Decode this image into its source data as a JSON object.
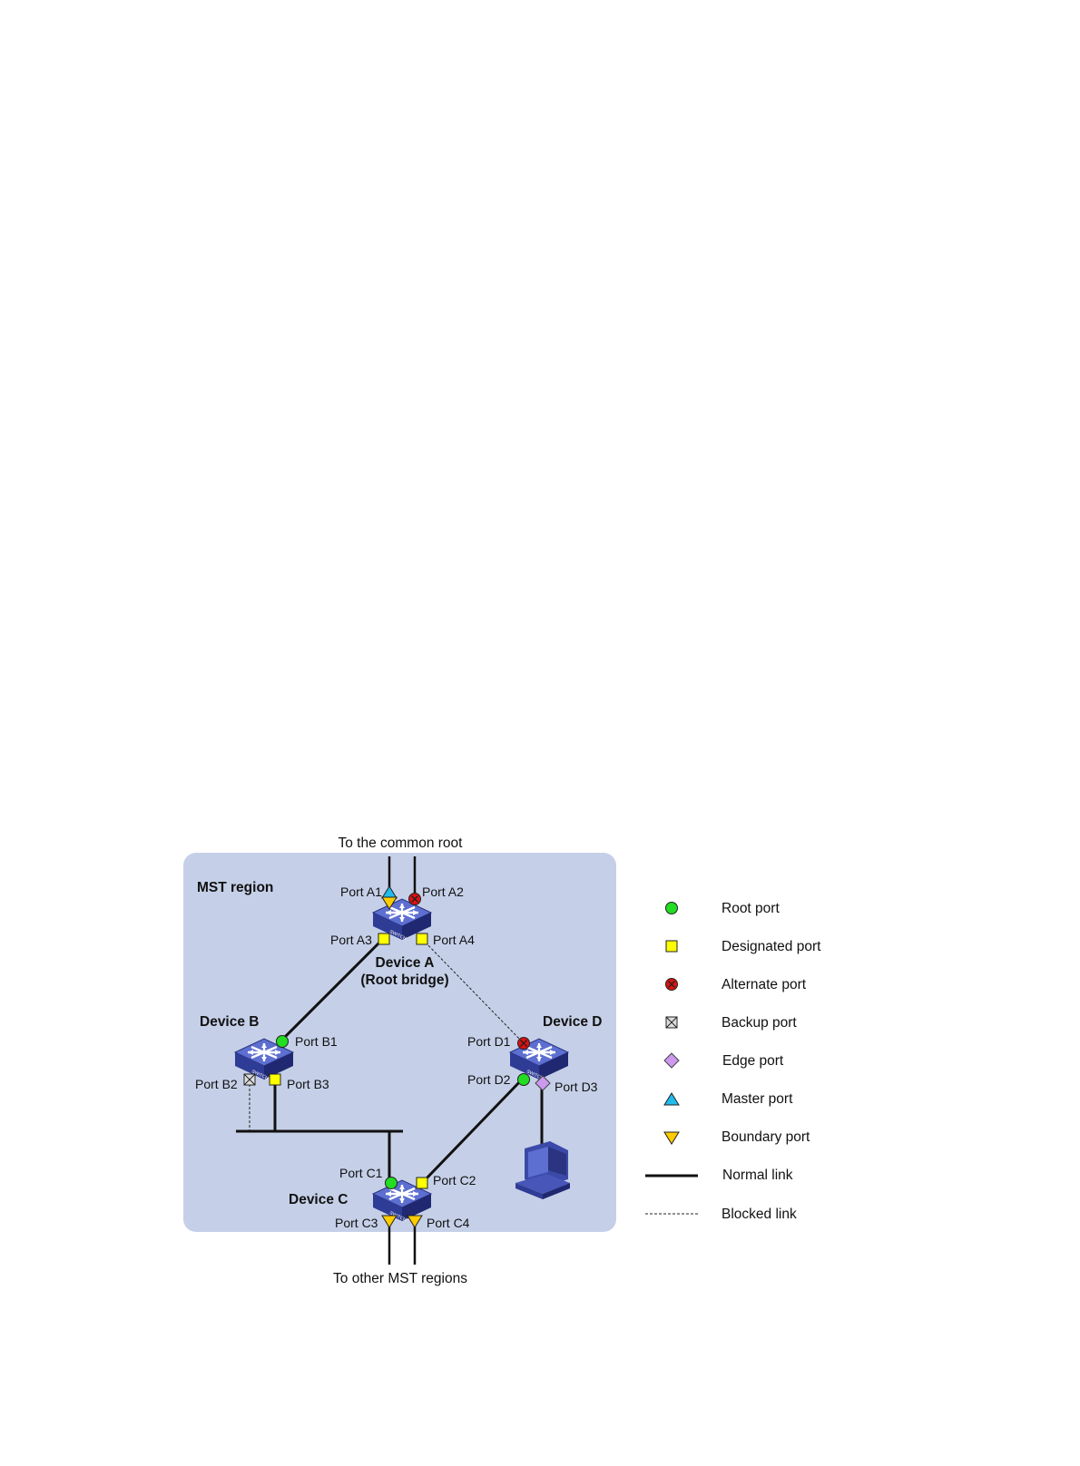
{
  "diagram": {
    "top_label": "To the common root",
    "bottom_label": "To other MST regions",
    "region_label": "MST region",
    "devices": {
      "a_name": "Device A",
      "a_role": "(Root bridge)",
      "b_name": "Device B",
      "c_name": "Device C",
      "d_name": "Device D"
    },
    "ports": {
      "a1": "Port A1",
      "a2": "Port A2",
      "a3": "Port A3",
      "a4": "Port A4",
      "b1": "Port B1",
      "b2": "Port B2",
      "b3": "Port B3",
      "c1": "Port C1",
      "c2": "Port C2",
      "c3": "Port C3",
      "c4": "Port C4",
      "d1": "Port D1",
      "d2": "Port D2",
      "d3": "Port D3"
    }
  },
  "legend": [
    {
      "label": "Root port",
      "icon": "root-port-icon"
    },
    {
      "label": "Designated port",
      "icon": "designated-port-icon"
    },
    {
      "label": "Alternate port",
      "icon": "alternate-port-icon"
    },
    {
      "label": "Backup port",
      "icon": "backup-port-icon"
    },
    {
      "label": "Edge port",
      "icon": "edge-port-icon"
    },
    {
      "label": "Master port",
      "icon": "master-port-icon"
    },
    {
      "label": "Boundary port",
      "icon": "boundary-port-icon"
    },
    {
      "label": "Normal link",
      "icon": "normal-link-icon"
    },
    {
      "label": "Blocked link",
      "icon": "blocked-link-icon"
    }
  ],
  "colors": {
    "region_fill": "#c5d0e8",
    "root_port": "#22dd22",
    "designated_port": "#ffff00",
    "alternate_port": "#dd1111",
    "edge_port": "#cc99ee",
    "master_port": "#22bbee",
    "boundary_port": "#ffcc00",
    "switch_blue": "#3b4aa8"
  }
}
